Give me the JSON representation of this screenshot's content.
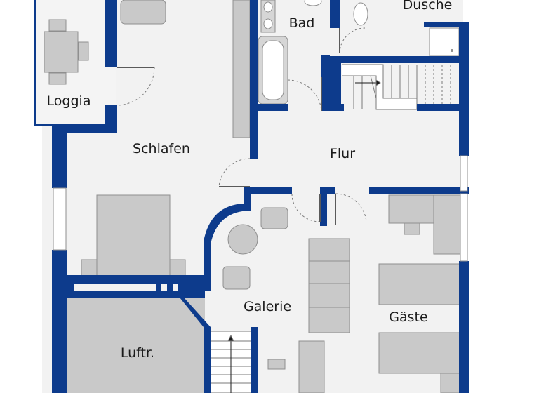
{
  "floorplan": {
    "rooms": [
      {
        "id": "dusche",
        "label": "Dusche"
      },
      {
        "id": "bad",
        "label": "Bad"
      },
      {
        "id": "loggia",
        "label": "Loggia"
      },
      {
        "id": "schlafen",
        "label": "Schlafen"
      },
      {
        "id": "flur",
        "label": "Flur"
      },
      {
        "id": "galerie",
        "label": "Galerie"
      },
      {
        "id": "gaeste",
        "label": "Gäste"
      },
      {
        "id": "luftraum",
        "label": "Luftr."
      }
    ],
    "colors": {
      "wall": "#0d3b8c",
      "floor": "#f2f2f2",
      "furniture": "#c9c9c9",
      "furniture_stroke": "#8f8f8f",
      "background": "#ffffff",
      "text": "#1b1b1b"
    },
    "furniture": [
      "table",
      "chairs",
      "armchair",
      "bed",
      "bathtub",
      "washbasin",
      "toilet",
      "shower",
      "staircase",
      "wardrobe",
      "desk",
      "beds",
      "round-table"
    ]
  }
}
